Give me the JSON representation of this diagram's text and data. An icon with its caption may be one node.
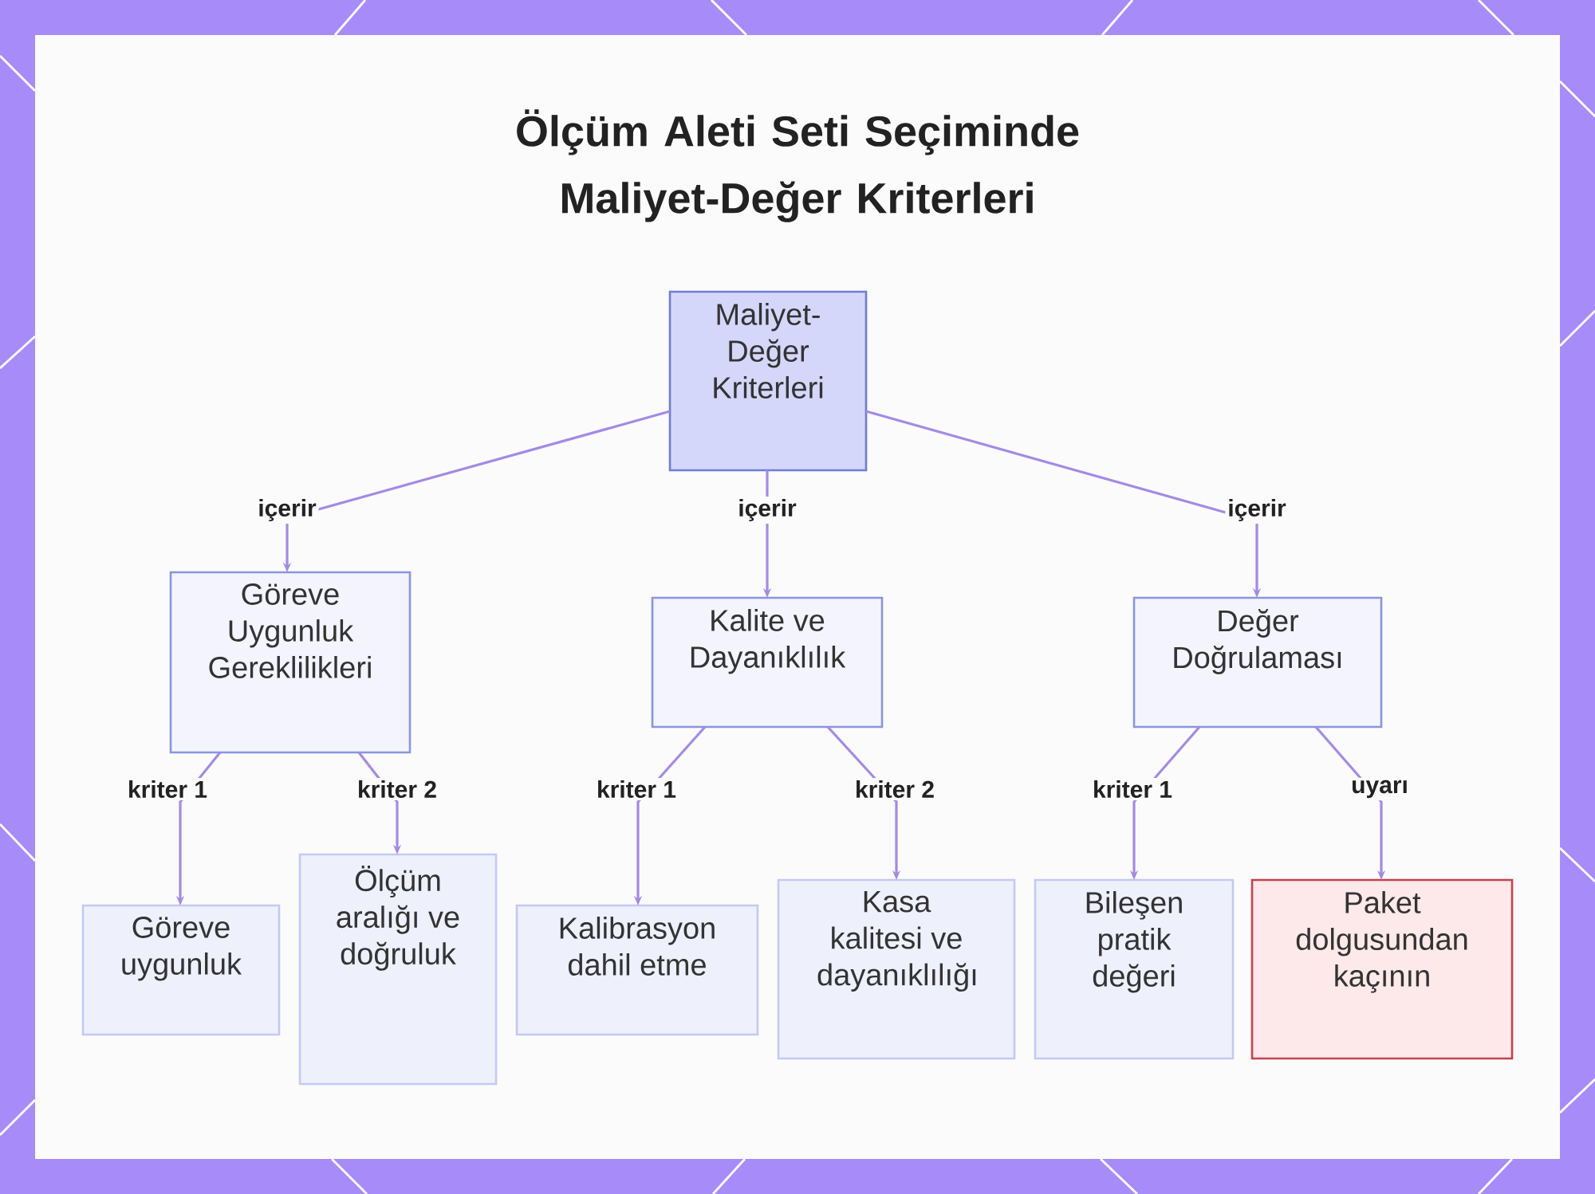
{
  "diagram": {
    "title": "Ölçüm Aleti Seti Seçiminde Maliyet-Değer Kriterleri",
    "nodes": [
      {
        "text": [
          "Maliyet-Değer Kriterleri"
        ]
      },
      {
        "text": [
          "Göreve Uygunluk Gereklilikleri"
        ]
      },
      {
        "text": [
          "Kalite ve Dayanıklılık"
        ]
      },
      {
        "text": [
          "Değer Doğrulaması"
        ]
      },
      {
        "text": [
          "Göreve uygunluk"
        ]
      },
      {
        "text": [
          "Ölçüm aralığı ve doğruluk"
        ]
      },
      {
        "text": [
          "Kalibrasyon dahil etme"
        ]
      },
      {
        "text": [
          "Kasa kalitesi ve dayanıklılığı"
        ]
      },
      {
        "text": [
          "Bileşen pratik değeri"
        ]
      },
      {
        "text": [
          "Paket dolgusundan kaçının"
        ]
      }
    ],
    "edges": [
      {
        "from": 0,
        "to": 1,
        "arrow": "to",
        "label": "içerir"
      },
      {
        "from": 0,
        "to": 2,
        "arrow": "to",
        "label": "içerir"
      },
      {
        "from": 0,
        "to": 3,
        "arrow": "to",
        "label": "içerir"
      },
      {
        "from": 1,
        "to": 4,
        "arrow": "to",
        "label": "kriter 1"
      },
      {
        "from": 1,
        "to": 5,
        "arrow": "to",
        "label": "kriter 2"
      },
      {
        "from": 2,
        "to": 6,
        "arrow": "to",
        "label": "kriter 1"
      },
      {
        "from": 2,
        "to": 7,
        "arrow": "to",
        "label": "kriter 2"
      },
      {
        "from": 3,
        "to": 8,
        "arrow": "to",
        "label": "kriter 1"
      },
      {
        "from": 3,
        "to": 9,
        "arrow": "to",
        "label": "uyarı"
      }
    ]
  }
}
